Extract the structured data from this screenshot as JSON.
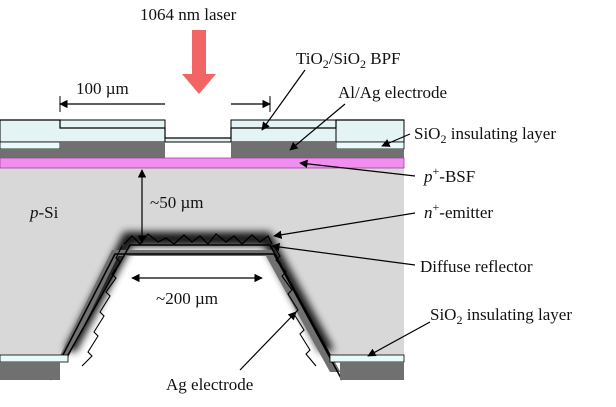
{
  "labels": {
    "laser": "1064 nm laser",
    "width_top": "100 µm",
    "bpf": {
      "a": "TiO",
      "s1": "2",
      "b": "/SiO",
      "s2": "2",
      "c": " BPF"
    },
    "al_ag": "Al/Ag electrode",
    "sio2_top": {
      "a": "SiO",
      "s": "2",
      "b": " insulating layer"
    },
    "bsf": {
      "a": "p",
      "s": "+",
      "b": "-BSF"
    },
    "psi": {
      "a": "p",
      "b": "-Si"
    },
    "thickness": "~50 µm",
    "emitter": {
      "a": "n",
      "s": "+",
      "b": "-emitter"
    },
    "diffuse": "Diffuse reflector",
    "width_bottom": "~200 µm",
    "sio2_bottom": {
      "a": "SiO",
      "s": "2",
      "b": " insulating layer"
    },
    "ag_electrode": "Ag electrode"
  },
  "colors": {
    "silicon": "#d8d8d8",
    "bsf": "#f08ff0",
    "electrode": "#707070",
    "bpf_layer": "#e4f4f4",
    "sio2": "#e8fafa",
    "emitter_glow": "#1aa3e0",
    "laser_arrow": "#f26565"
  }
}
